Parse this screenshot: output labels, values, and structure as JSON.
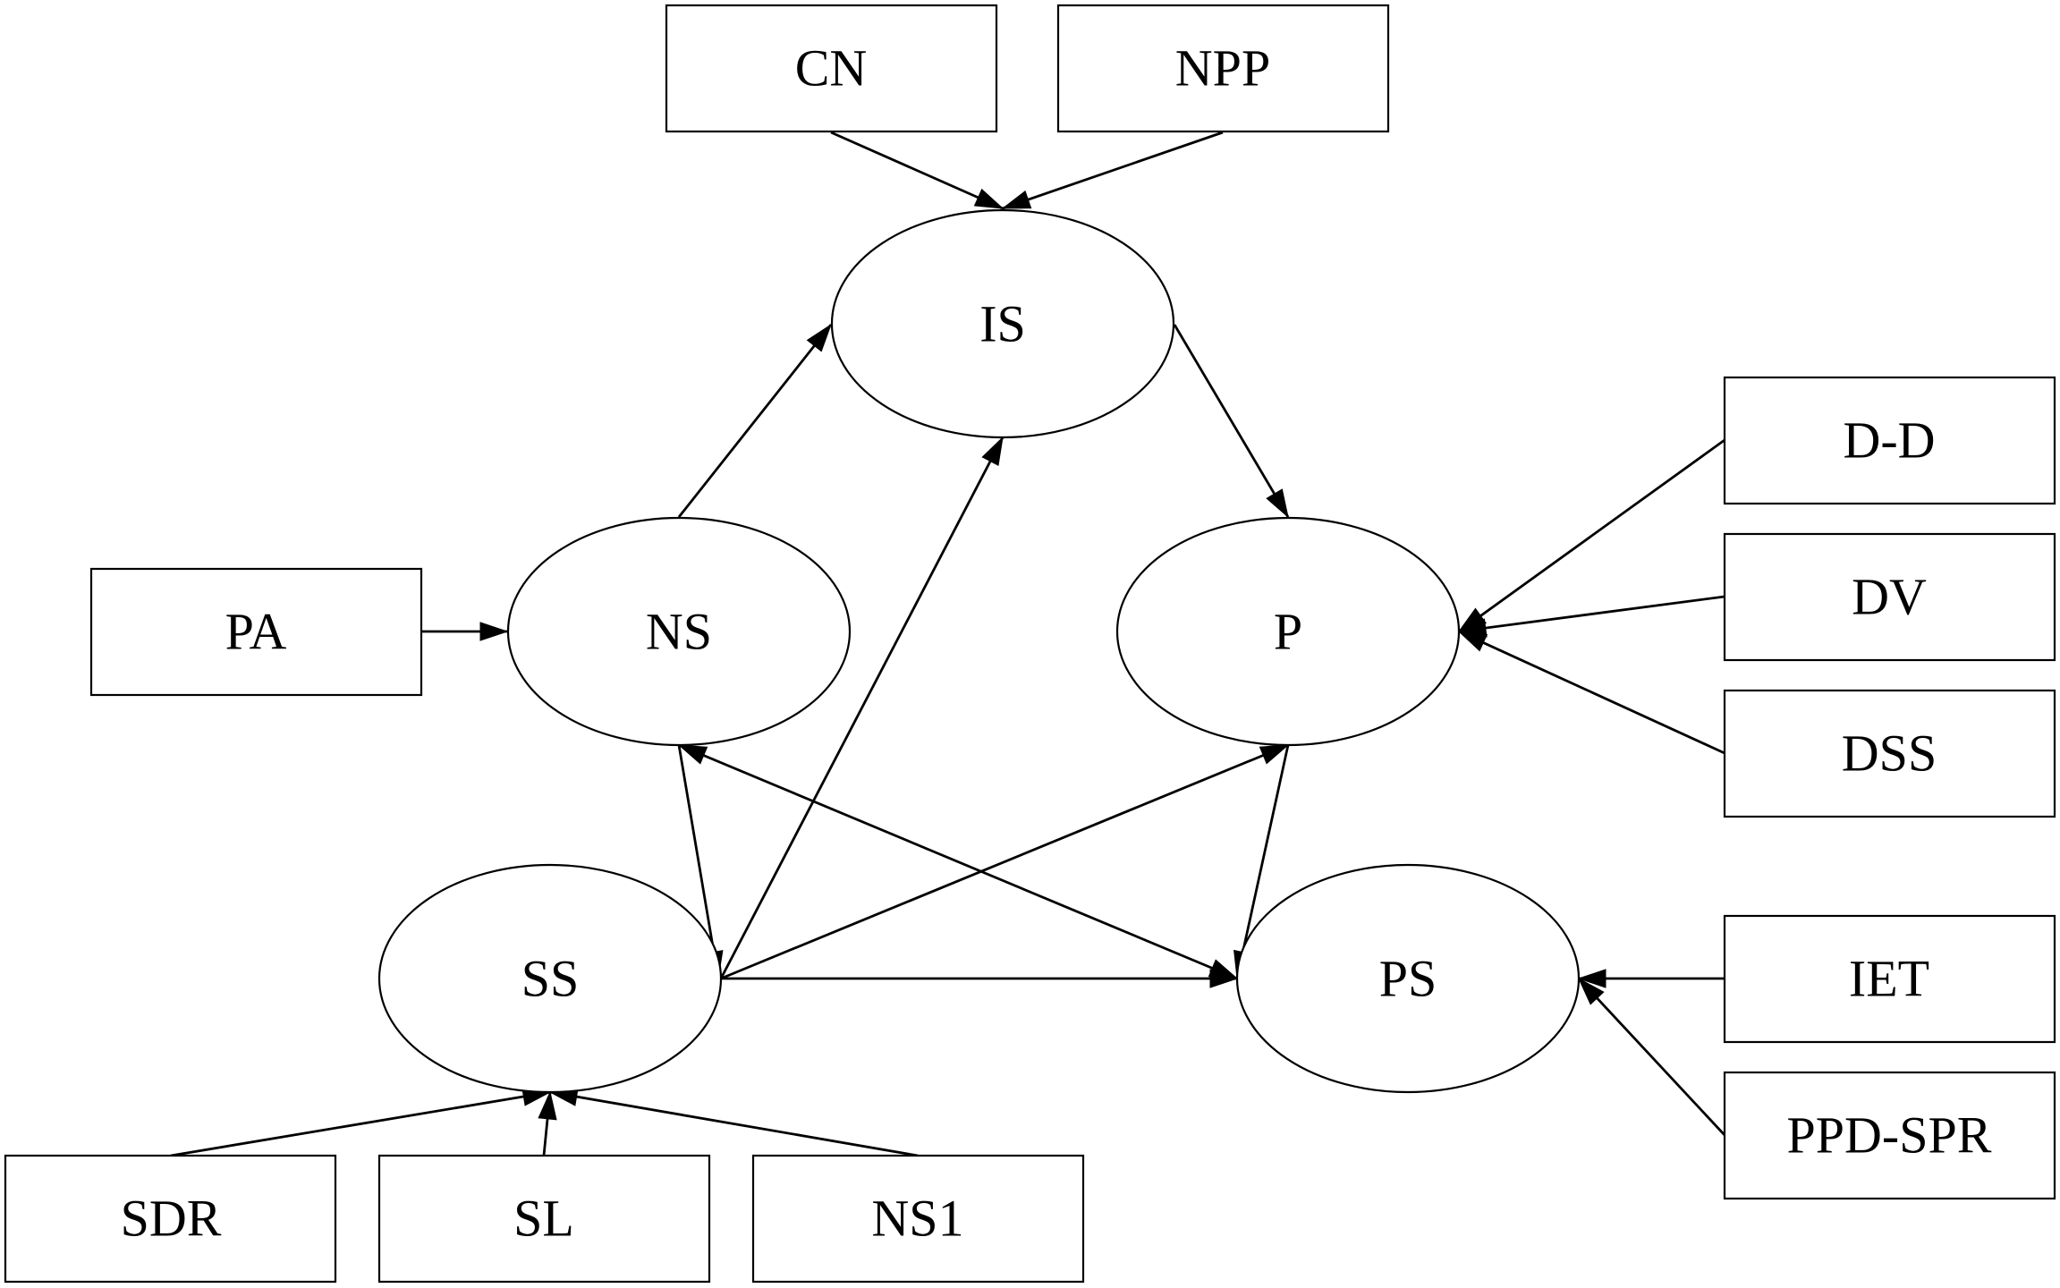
{
  "colors": {
    "background": "#ffffff",
    "stroke": "#000000",
    "text": "#000000"
  },
  "nodes": {
    "CN": {
      "label": "CN",
      "shape": "rect"
    },
    "NPP": {
      "label": "NPP",
      "shape": "rect"
    },
    "IS": {
      "label": "IS",
      "shape": "ellipse"
    },
    "DD": {
      "label": "D-D",
      "shape": "rect"
    },
    "DV": {
      "label": "DV",
      "shape": "rect"
    },
    "DSS": {
      "label": "DSS",
      "shape": "rect"
    },
    "PA": {
      "label": "PA",
      "shape": "rect"
    },
    "NS": {
      "label": "NS",
      "shape": "ellipse"
    },
    "P": {
      "label": "P",
      "shape": "ellipse"
    },
    "SS": {
      "label": "SS",
      "shape": "ellipse"
    },
    "PS": {
      "label": "PS",
      "shape": "ellipse"
    },
    "IET": {
      "label": "IET",
      "shape": "rect"
    },
    "PPDSPR": {
      "label": "PPD-SPR",
      "shape": "rect"
    },
    "SDR": {
      "label": "SDR",
      "shape": "rect"
    },
    "SL": {
      "label": "SL",
      "shape": "rect"
    },
    "NS1": {
      "label": "NS1",
      "shape": "rect"
    }
  },
  "edges": [
    {
      "from": "CN",
      "to": "IS",
      "direction": "forward"
    },
    {
      "from": "NPP",
      "to": "IS",
      "direction": "forward"
    },
    {
      "from": "NS",
      "to": "IS",
      "direction": "forward"
    },
    {
      "from": "IS",
      "to": "P",
      "direction": "forward"
    },
    {
      "from": "PA",
      "to": "NS",
      "direction": "forward"
    },
    {
      "from": "DD",
      "to": "P",
      "direction": "forward"
    },
    {
      "from": "DV",
      "to": "P",
      "direction": "forward"
    },
    {
      "from": "DSS",
      "to": "P",
      "direction": "forward"
    },
    {
      "from": "NS",
      "to": "SS",
      "direction": "forward"
    },
    {
      "from": "SS",
      "to": "IS",
      "direction": "forward"
    },
    {
      "from": "SS",
      "to": "P",
      "direction": "forward"
    },
    {
      "from": "SS",
      "to": "PS",
      "direction": "forward"
    },
    {
      "from": "NS",
      "to": "PS",
      "direction": "both"
    },
    {
      "from": "P",
      "to": "PS",
      "direction": "forward"
    },
    {
      "from": "IET",
      "to": "PS",
      "direction": "forward"
    },
    {
      "from": "PPDSPR",
      "to": "PS",
      "direction": "forward"
    },
    {
      "from": "SDR",
      "to": "SS",
      "direction": "forward"
    },
    {
      "from": "SL",
      "to": "SS",
      "direction": "forward"
    },
    {
      "from": "NS1",
      "to": "SS",
      "direction": "forward"
    }
  ]
}
